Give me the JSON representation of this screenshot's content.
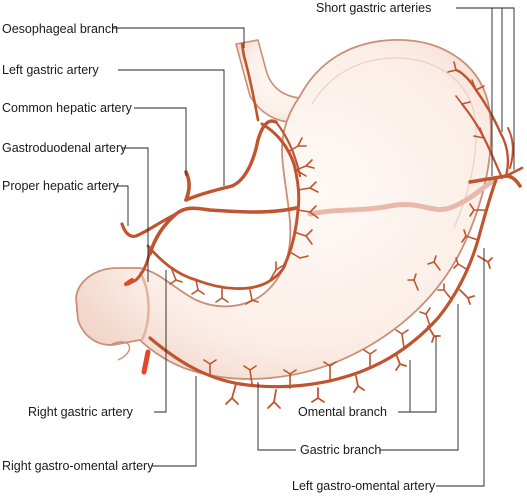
{
  "labels": {
    "oesophageal_branch": "Oesophageal branch",
    "left_gastric_artery": "Left gastric artery",
    "common_hepatic_artery": "Common hepatic artery",
    "gastroduodenal_artery": "Gastroduodenal artery",
    "proper_hepatic_artery": "Proper hepatic artery",
    "short_gastric_arteries": "Short gastric arteries",
    "right_gastric_artery": "Right gastric artery",
    "right_gastro_omental_artery": "Right gastro-omental artery",
    "omental_branch": "Omental branch",
    "gastric_branch": "Gastric branch",
    "left_gastro_omental_artery": "Left gastro-omental artery"
  },
  "colors": {
    "artery": "#c0542f",
    "artery_highlight": "#e8462a",
    "stomach_fill": "#fbf1ec",
    "stomach_outline": "#c98f78",
    "leader_line": "#222222"
  }
}
